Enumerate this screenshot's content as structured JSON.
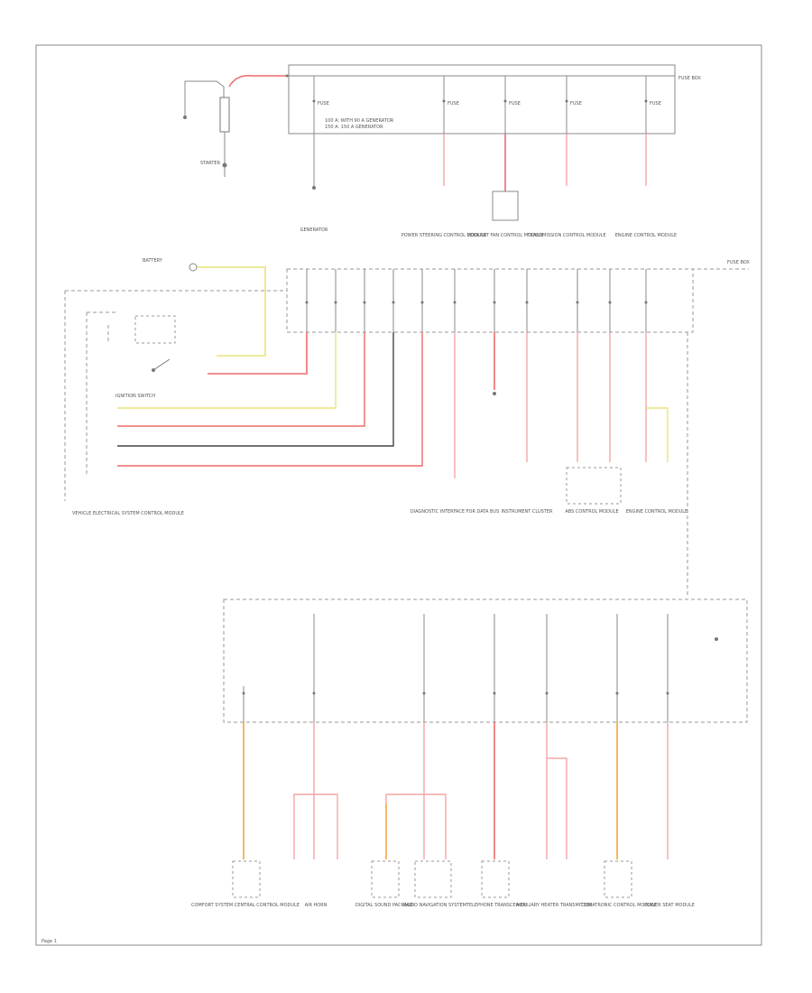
{
  "colors": {
    "red_wire": "#f06a6a",
    "pink_wire": "#f4a5a5",
    "yellow_wire": "#e9e37a",
    "orange_wire": "#f5b04a",
    "black_wire": "#444444",
    "box_line": "#888888",
    "dashed_line": "#999999"
  },
  "labels": {
    "starter": "STARTER",
    "generator": "GENERATOR",
    "fuse_box_top": "FUSE BOX",
    "fuse_box_mid": "FUSE BOX",
    "ignition_switch": "IGNITION SWITCH",
    "central_electrical": "VEHICLE ELECTRICAL SYSTEM CONTROL MODULE",
    "top_fuse_note_1": "100 A: WITH 90 A GENERATOR",
    "top_fuse_note_2": "150 A: 150 A GENERATOR",
    "bottom_modules": [
      "COMFORT SYSTEM CENTRAL CONTROL MODULE",
      "AIR HORN",
      "DIGITAL SOUND PACKAGE",
      "RADIO NAVIGATION SYSTEM",
      "TELEPHONE TRANSCEIVER",
      "AUXILIARY HEATER TRANSMITTER",
      "CLIMATRONIC CONTROL MODULE",
      "POWER SEAT MODULE"
    ],
    "mid_modules": [
      "DIAGNOSTIC INTERFACE FOR DATA BUS",
      "INSTRUMENT CLUSTER",
      "ABS CONTROL MODULE",
      "ENGINE CONTROL MODULE"
    ],
    "top_modules": [
      "POWER STEERING CONTROL MODULE",
      "COOLANT FAN CONTROL MODULE",
      "TRANSMISSION CONTROL MODULE",
      "ENGINE CONTROL MODULE"
    ],
    "page_ref": "Page 1"
  }
}
